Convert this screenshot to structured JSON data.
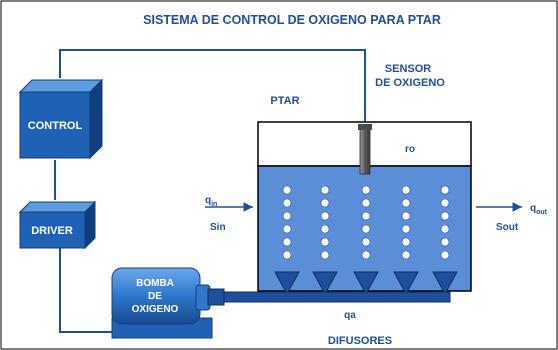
{
  "title": "SISTEMA DE CONTROL DE OXIGENO PARA PTAR",
  "blocks": {
    "control": "CONTROL",
    "driver": "DRIVER",
    "pump": [
      "BOMBA",
      "DE",
      "OXIGENO"
    ]
  },
  "labels": {
    "ptar": "PTAR",
    "sensor": [
      "SENSOR",
      "DE OXIGENO"
    ],
    "ro": "ro",
    "q_in": "qin",
    "s_in": "Sin",
    "q_out": "qout",
    "s_out": "Sout",
    "qa": "qa",
    "difusores": "DIFUSORES"
  },
  "colors": {
    "block_front": "#1f62b5",
    "block_top": "#5b9be0",
    "block_side": "#103f7d",
    "water": "#5b8ed6",
    "pipe": "#1f4e9c",
    "text": "#1f4e9c"
  }
}
